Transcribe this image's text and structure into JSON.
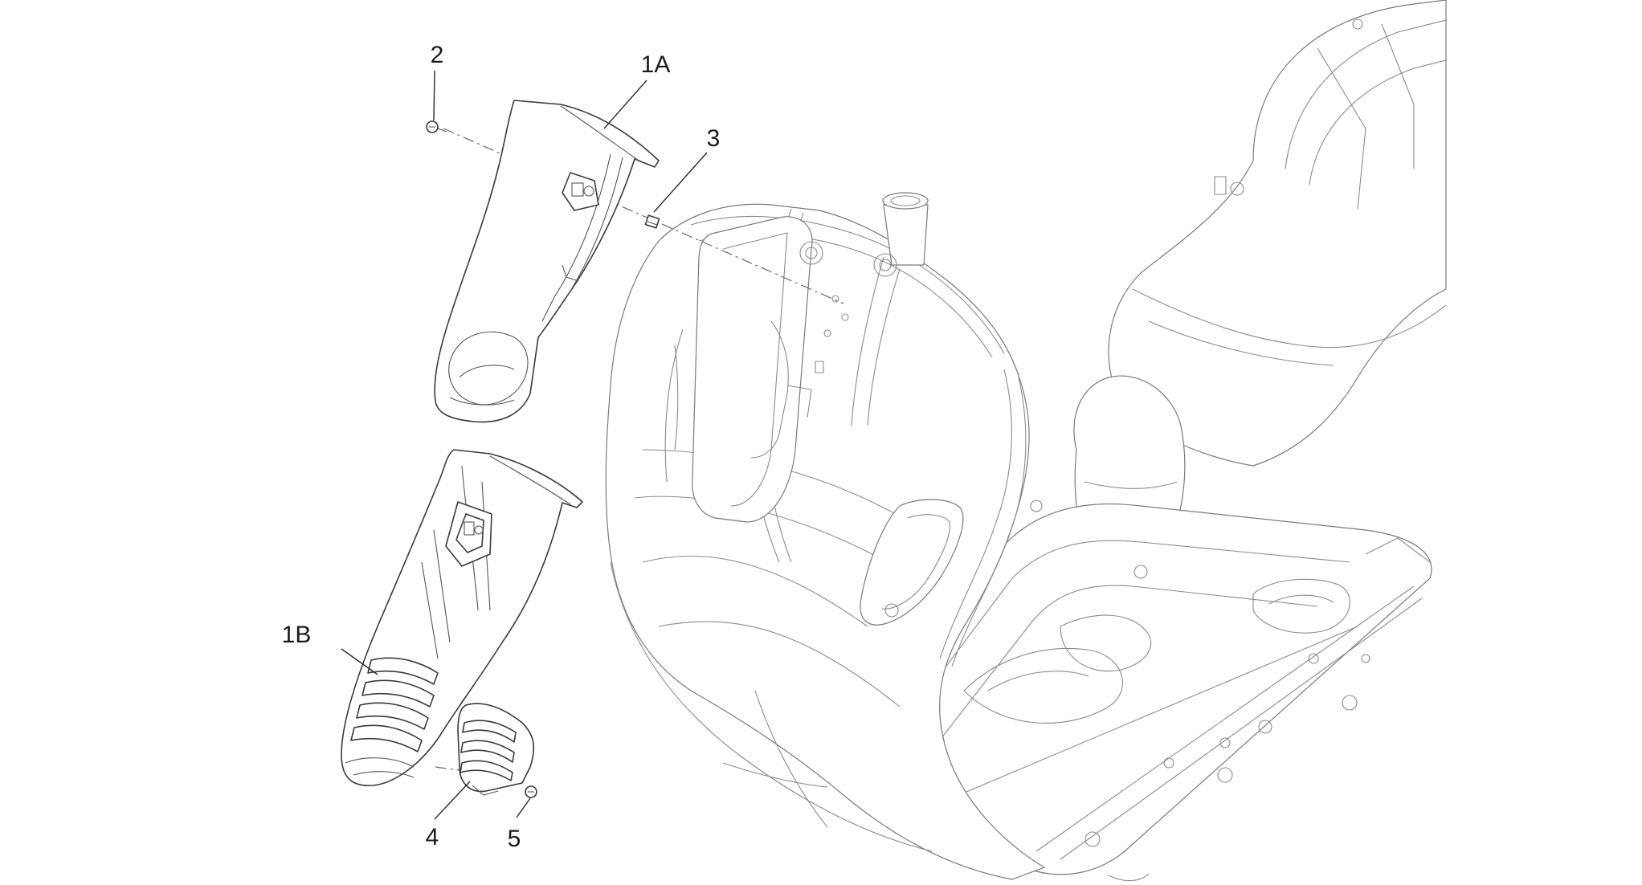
{
  "callouts": {
    "part_1a": "1A",
    "part_1b": "1B",
    "part_2": "2",
    "part_3": "3",
    "part_4": "4",
    "part_5": "5"
  }
}
